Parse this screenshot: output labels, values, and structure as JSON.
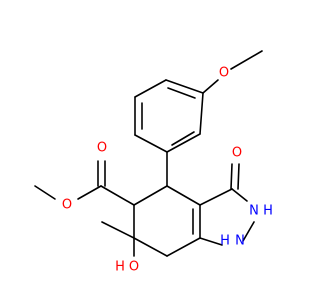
{
  "molecule": {
    "atoms": {
      "methoxy_O": "O",
      "ester_carbonyl_O": "O",
      "ester_O": "O",
      "ketone_O": "O",
      "NH_2": "N",
      "NH_2_H": "H",
      "NH_1": "N",
      "NH_1_H": "H",
      "hydroxyl_O": "O",
      "hydroxyl_H": "H"
    }
  },
  "colors": {
    "bond": "#000000",
    "carbon": "#000000",
    "oxygen": "#ff0000",
    "nitrogen": "#0000ff"
  }
}
